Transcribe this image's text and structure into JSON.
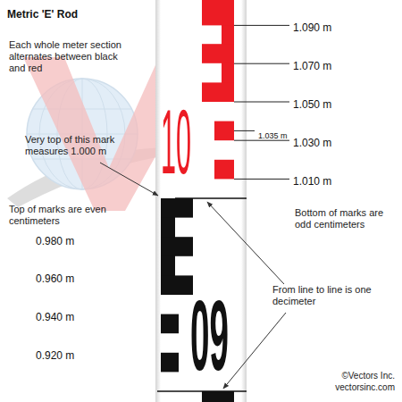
{
  "diagram": {
    "title": "Metric 'E' Rod",
    "labels": [
      "Each whole meter section alternates between black and red",
      "Very top of this mark measures 1.000 m",
      "Top of marks are even centimeters",
      "0.980 m",
      "0.960 m",
      "0.940 m",
      "0.920 m",
      "1.090 m",
      "1.070 m",
      "1.050 m",
      "1.035 m",
      "1.030 m",
      "1.010 m",
      "10",
      "Bottom of marks are odd centimeters",
      "From line to line is one decimeter",
      "09",
      "©Vectors Inc.",
      "vectorsinc.com"
    ]
  }
}
